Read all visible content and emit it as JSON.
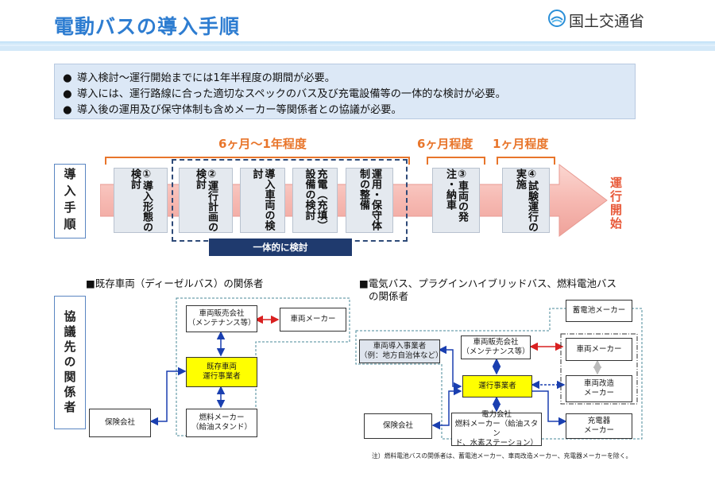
{
  "header": {
    "title": "電動バスの導入手順",
    "ministry": "国土交通省"
  },
  "bullets": [
    "導入検討～運行開始までには1年半程度の期間が必要。",
    "導入には、運行路線に合った適切なスペックのバス及び充電設備等の一体的な検討が必要。",
    "導入後の運用及び保守体制も含めメーカー等関係者との協議が必要。"
  ],
  "bullet_symbol": "●",
  "procedure": {
    "rail_label": "導入手順",
    "periods": [
      "6ヶ月～1年程度",
      "6ヶ月程度",
      "1ヶ月程度"
    ],
    "steps": [
      "①導入形態の検討",
      "②運行計画の検討",
      "導入車両の検討",
      "充電（充填）設備の検討",
      "運用・保守体制の整備",
      "③車両の発注・納車",
      "④試験運行の実施"
    ],
    "group_label": "一体的に検討",
    "end_label": "運行開始"
  },
  "stakeholders": {
    "rail_label": "協議先の関係者",
    "diesel": {
      "heading": "■既存車両（ディーゼルバス）の関係者",
      "nodes": {
        "dealer": "車両販売会社\n（メンテナンス等）",
        "maker": "車両メーカー",
        "operator": "既存車両\n運行事業者",
        "insurance": "保険会社",
        "fuel": "燃料メーカー\n（給油スタンド）"
      }
    },
    "electric": {
      "heading_line1": "■電気バス、プラグインハイブリッドバス、燃料電池バス",
      "heading_line2": "の関係者",
      "nodes": {
        "battery": "蓄電池メーカー",
        "introducer": "車両導入事業者\n（例：地方自治体など）",
        "dealer": "車両販売会社\n（メンテナンス等）",
        "maker": "車両メーカー",
        "operator": "運行事業者",
        "modifier": "車両改造\nメーカー",
        "insurance": "保険会社",
        "power": "電力会社\n燃料メーカー（給油スタン\nド、水素ステーション）",
        "charger": "充電器\nメーカー"
      }
    },
    "note": "注）燃料電池バスの関係者は、蓄電池メーカー、車両改造メーカー、充電器メーカーを除く。"
  },
  "colors": {
    "title": "#2e7dd1",
    "period": "#e8752b",
    "arrow_fill": "#f6b9b2",
    "end_label": "#e85a3a",
    "group_badge": "#1f3a6e",
    "operator_fill": "#ffff00",
    "link_red": "#d92020",
    "link_blue": "#1a3fb0",
    "dashed_teal": "#4a8a9a"
  }
}
